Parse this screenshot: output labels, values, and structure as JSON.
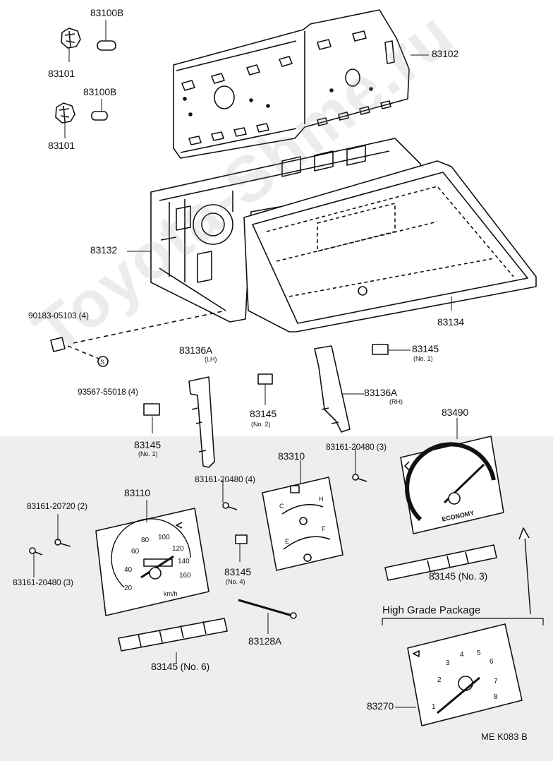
{
  "watermark": "Toyota-Shme.ru",
  "parts": [
    {
      "id": "p1",
      "number": "83100B"
    },
    {
      "id": "p2",
      "number": "83101"
    },
    {
      "id": "p3",
      "number": "83100B"
    },
    {
      "id": "p4",
      "number": "83101"
    },
    {
      "id": "p5",
      "number": "83102"
    },
    {
      "id": "p6",
      "number": "83132"
    },
    {
      "id": "p7",
      "number": "83134"
    },
    {
      "id": "p8",
      "number": "90183-05103 (4)"
    },
    {
      "id": "p9",
      "number": "93567-55018 (4)"
    },
    {
      "id": "p10",
      "number": "83136A",
      "note": "(LH)"
    },
    {
      "id": "p11",
      "number": "83145",
      "note": "(No. 1)"
    },
    {
      "id": "p12",
      "number": "83145",
      "note": "(No. 2)"
    },
    {
      "id": "p13",
      "number": "83136A",
      "note": "(RH)"
    },
    {
      "id": "p14",
      "number": "83145",
      "note": "(No. 1)"
    },
    {
      "id": "p15",
      "number": "83490"
    },
    {
      "id": "p16",
      "number": "83310"
    },
    {
      "id": "p17",
      "number": "83161-20480 (3)"
    },
    {
      "id": "p18",
      "number": "83161-20480 (4)"
    },
    {
      "id": "p19",
      "number": "83110"
    },
    {
      "id": "p20",
      "number": "83161-20720 (2)"
    },
    {
      "id": "p21",
      "number": "83161-20480 (3)"
    },
    {
      "id": "p22",
      "number": "83145",
      "note": "(No. 4)"
    },
    {
      "id": "p23",
      "number": "83145 (No. 3)"
    },
    {
      "id": "p24",
      "number": "83128A"
    },
    {
      "id": "p25",
      "number": "83145 (No. 6)"
    },
    {
      "id": "p26",
      "number": "83270"
    }
  ],
  "speedometer": {
    "ticks": [
      "20",
      "40",
      "60",
      "80",
      "100",
      "120",
      "140",
      "160"
    ],
    "unit": "km/h"
  },
  "tachometer": {
    "ticks": [
      "1",
      "2",
      "3",
      "4",
      "5",
      "6",
      "7",
      "8"
    ]
  },
  "economy_label": "ECONOMY",
  "gauge_letters": {
    "hot": "H",
    "cold": "C",
    "full": "F",
    "empty": "E"
  },
  "high_grade": "High Grade Package",
  "diagram_code": "ME  K083 B"
}
